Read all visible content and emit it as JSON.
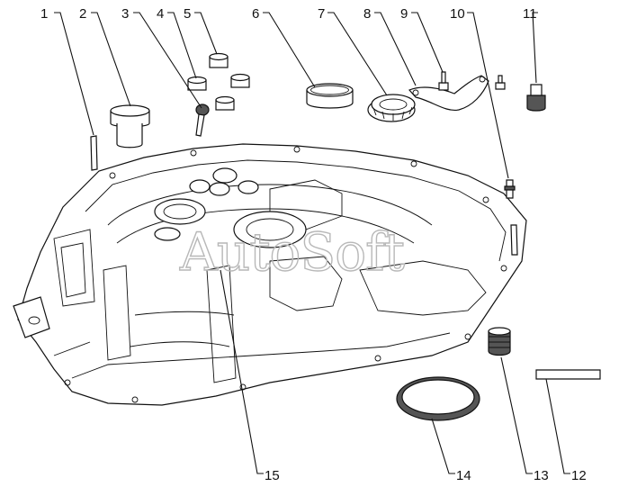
{
  "watermark": "AutoSoft",
  "callouts": [
    {
      "num": "1",
      "part": "pin"
    },
    {
      "num": "2",
      "part": "plug"
    },
    {
      "num": "3",
      "part": "bolt"
    },
    {
      "num": "4",
      "part": "bushing"
    },
    {
      "num": "5",
      "part": "bushing"
    },
    {
      "num": "6",
      "part": "ring"
    },
    {
      "num": "7",
      "part": "bearing"
    },
    {
      "num": "8",
      "part": "bracket"
    },
    {
      "num": "9",
      "part": "bolt"
    },
    {
      "num": "10",
      "part": "stud"
    },
    {
      "num": "11",
      "part": "plug"
    },
    {
      "num": "12",
      "part": "pin"
    },
    {
      "num": "13",
      "part": "plug"
    },
    {
      "num": "14",
      "part": "seal"
    },
    {
      "num": "15",
      "part": "housing"
    }
  ]
}
